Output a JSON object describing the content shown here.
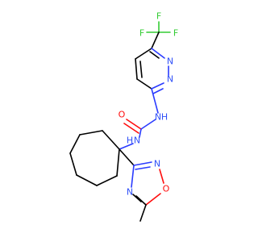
{
  "molecule": {
    "atoms": {
      "f1": "F",
      "f2": "F",
      "f3": "F",
      "n_ring_a": "N",
      "n_ring_b": "N",
      "nh_right": "H",
      "nh_right_n": "N",
      "o_carbonyl": "O",
      "nh_left": "H",
      "nh_left_n": "N",
      "n_oxa_top": "N",
      "o_oxa": "O",
      "n_oxa_bottom": "N"
    }
  },
  "colors": {
    "carbon": "#000000",
    "nitrogen": "#3050f8",
    "oxygen": "#ff0d0d",
    "fluorine": "#33cc33"
  }
}
